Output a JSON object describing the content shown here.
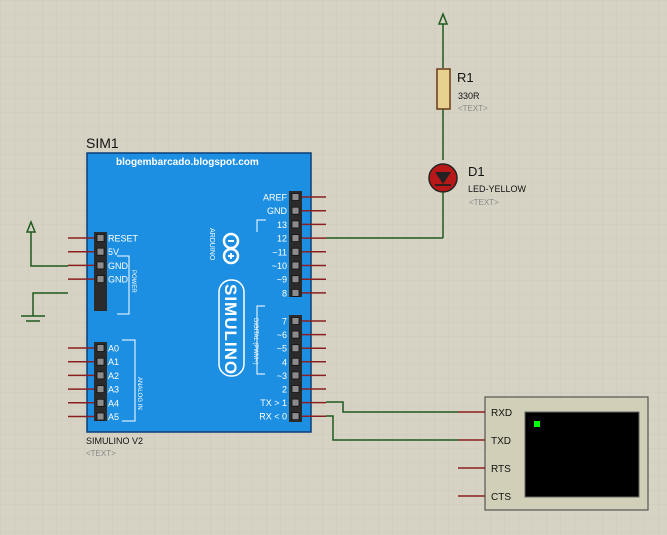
{
  "resistor": {
    "ref": "R1",
    "value": "330R",
    "text": "<TEXT>"
  },
  "led": {
    "ref": "D1",
    "value": "LED-YELLOW",
    "text": "<TEXT>"
  },
  "arduino": {
    "ref": "SIM1",
    "site": "blogembarcado.blogspot.com",
    "model": "SIMULINO V2",
    "text": "<TEXT>",
    "brand": "SIMULINO",
    "logo_text": "ARDUINO",
    "power_label": "POWER",
    "analog_label": "ANALOG IN",
    "digital_label": "DIGITAL (PWM~)",
    "left_pins": [
      "RESET",
      "5V",
      "GND",
      "GND"
    ],
    "analog_pins": [
      "A0",
      "A1",
      "A2",
      "A3",
      "A4",
      "A5"
    ],
    "right_pins_top": [
      "AREF",
      "GND",
      "13",
      "12",
      "~11",
      "~10",
      "~9",
      "8"
    ],
    "right_pins_bottom": [
      "7",
      "~6",
      "~5",
      "4",
      "~3",
      "2",
      "TX > 1",
      "RX < 0"
    ]
  },
  "terminal": {
    "pins": [
      "RXD",
      "TXD",
      "RTS",
      "CTS"
    ]
  },
  "colors": {
    "background": "#d6d3c5",
    "wire": "#1f5a1f",
    "board": "#1d8fe3",
    "pin_lead": "#8a1f1f",
    "led_fill": "#b81818",
    "resistor_fill": "#e6d28e",
    "terminal_fill": "#d2cfb8",
    "screen": "#000000",
    "cursor": "#00ff00"
  }
}
